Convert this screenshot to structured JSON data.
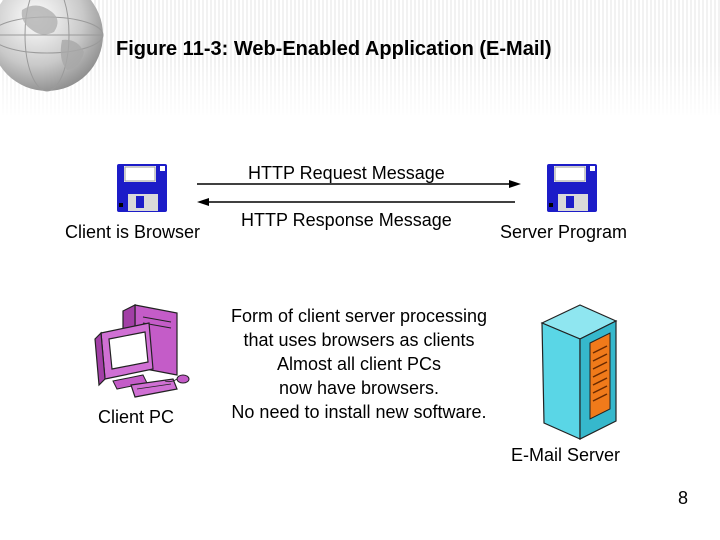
{
  "title": "Figure 11-3: Web-Enabled Application (E-Mail)",
  "http_request_label": "HTTP Request Message",
  "http_response_label": "HTTP Response Message",
  "client_browser_label": "Client is Browser",
  "server_program_label": "Server Program",
  "client_pc_label": "Client PC",
  "email_server_label": "E-Mail Server",
  "description_lines": [
    "Form of client server processing",
    "that uses browsers as clients",
    "Almost all client PCs",
    "now have browsers.",
    "No need to install new software."
  ],
  "page_number": "8",
  "colors": {
    "floppy_blue": "#1c1cc8",
    "pc_magenta": "#c45cc8",
    "server_cyan": "#5ad6e6",
    "server_orange": "#f07a1a"
  },
  "icons": [
    "globe-icon",
    "floppy-disk-icon",
    "desktop-pc-icon",
    "server-tower-icon"
  ]
}
